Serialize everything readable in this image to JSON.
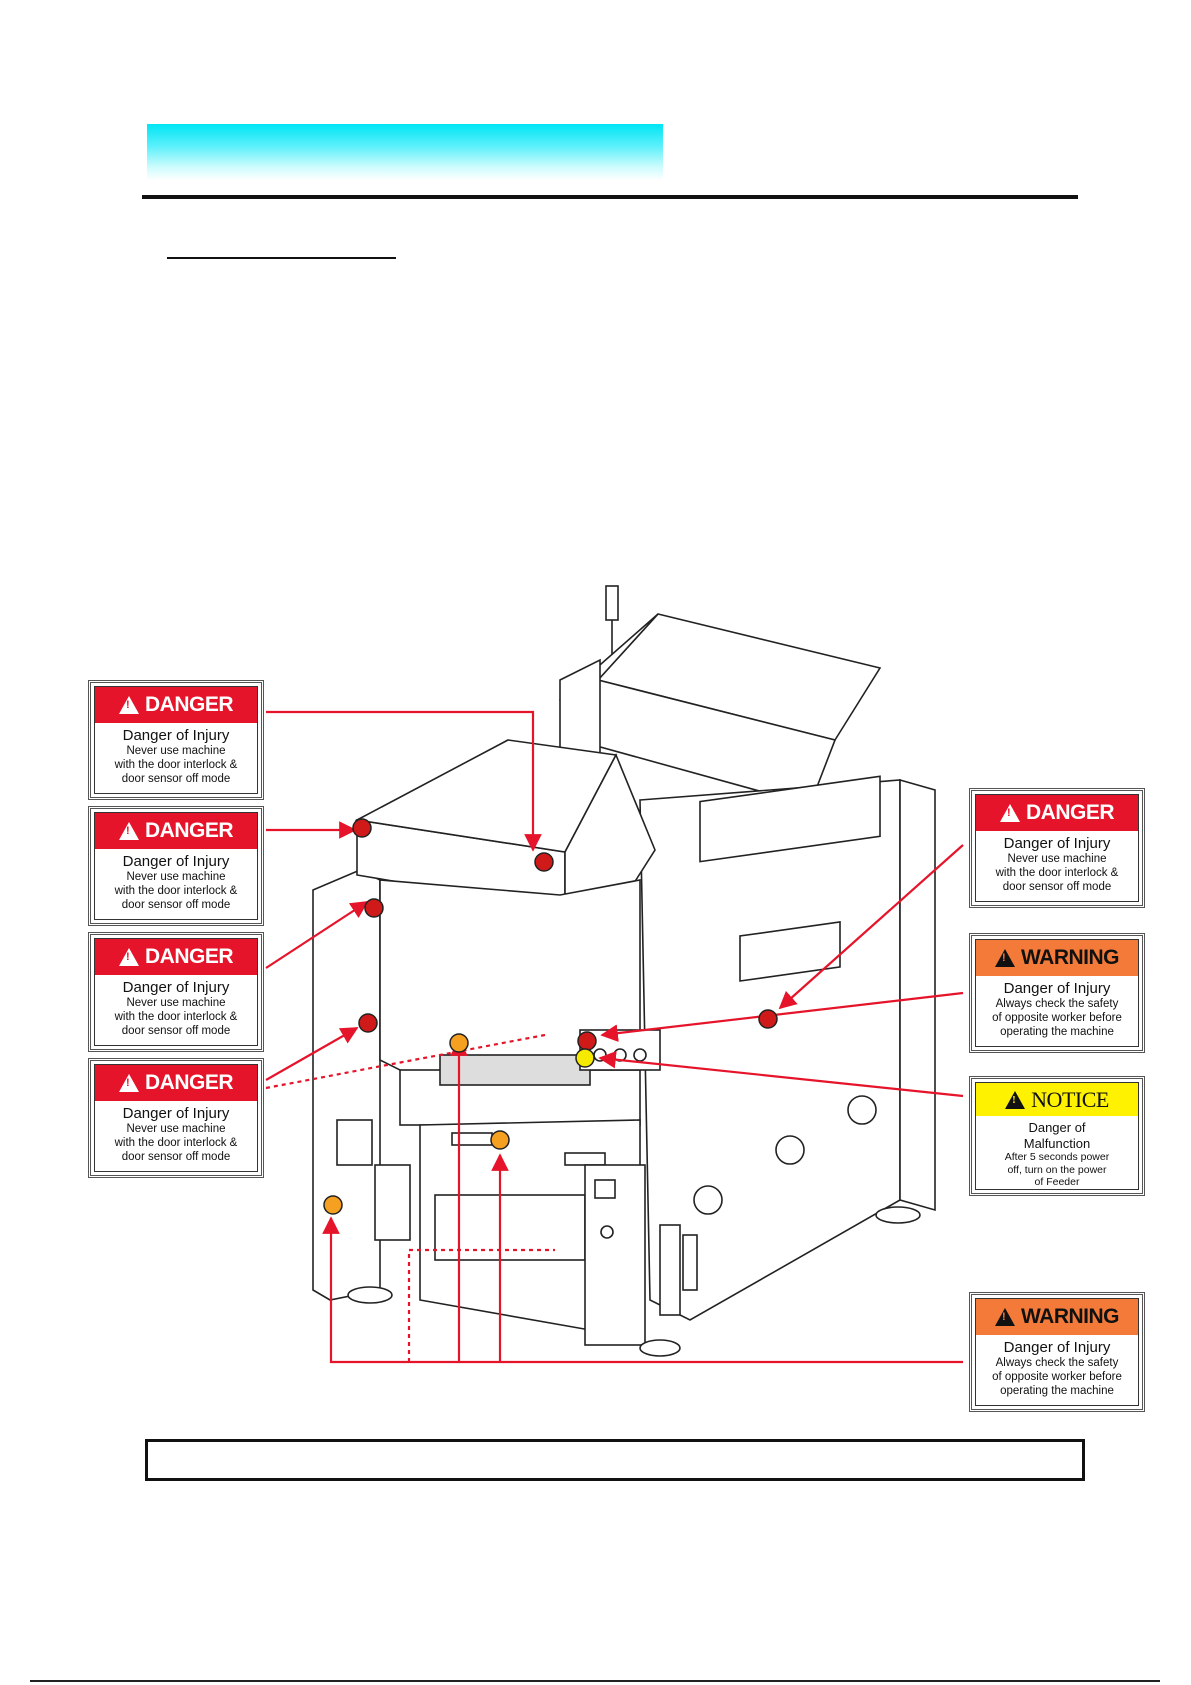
{
  "labels": {
    "danger": {
      "header": "DANGER",
      "title": "Danger of Injury",
      "line1": "Never use  machine",
      "line2": "with the door interlock &",
      "line3": "door sensor off mode"
    },
    "warning": {
      "header": "WARNING",
      "title": "Danger of Injury",
      "line1": "Always check the safety",
      "line2": "of opposite worker before",
      "line3": "operating the machine"
    },
    "notice": {
      "header": "NOTICE",
      "title": "Danger of",
      "title2": "Malfunction",
      "line1": "After  5 seconds power",
      "line2": "off, turn on the power",
      "line3": "of  Feeder"
    }
  },
  "colors": {
    "danger": "#e6142a",
    "warning": "#f47a3a",
    "notice": "#fff200",
    "leader": "#e6142a"
  },
  "icons": {
    "alert": "warning-triangle-icon"
  }
}
